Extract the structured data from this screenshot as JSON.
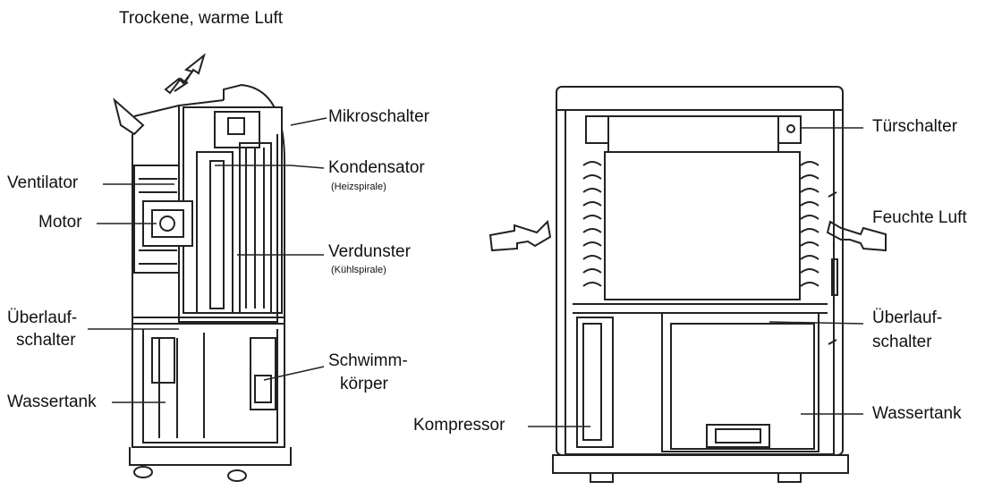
{
  "diagram": {
    "side_view": {
      "air_out": "Trockene, warme Luft",
      "micro_switch": "Mikroschalter",
      "condenser": "Kondensator",
      "condenser_sub": "(Heizspirale)",
      "fan": "Ventilator",
      "motor": "Motor",
      "evaporator": "Verdunster",
      "evaporator_sub": "(Kühlspirale)",
      "overflow_l1": "Überlauf-",
      "overflow_l2": "schalter",
      "float_l1": "Schwimm-",
      "float_l2": "körper",
      "tank": "Wassertank"
    },
    "front_view": {
      "door_switch": "Türschalter",
      "humid_air": "Feuchte Luft",
      "overflow_l1": "Überlauf-",
      "overflow_l2": "schalter",
      "compressor": "Kompressor",
      "tank": "Wassertank"
    }
  }
}
